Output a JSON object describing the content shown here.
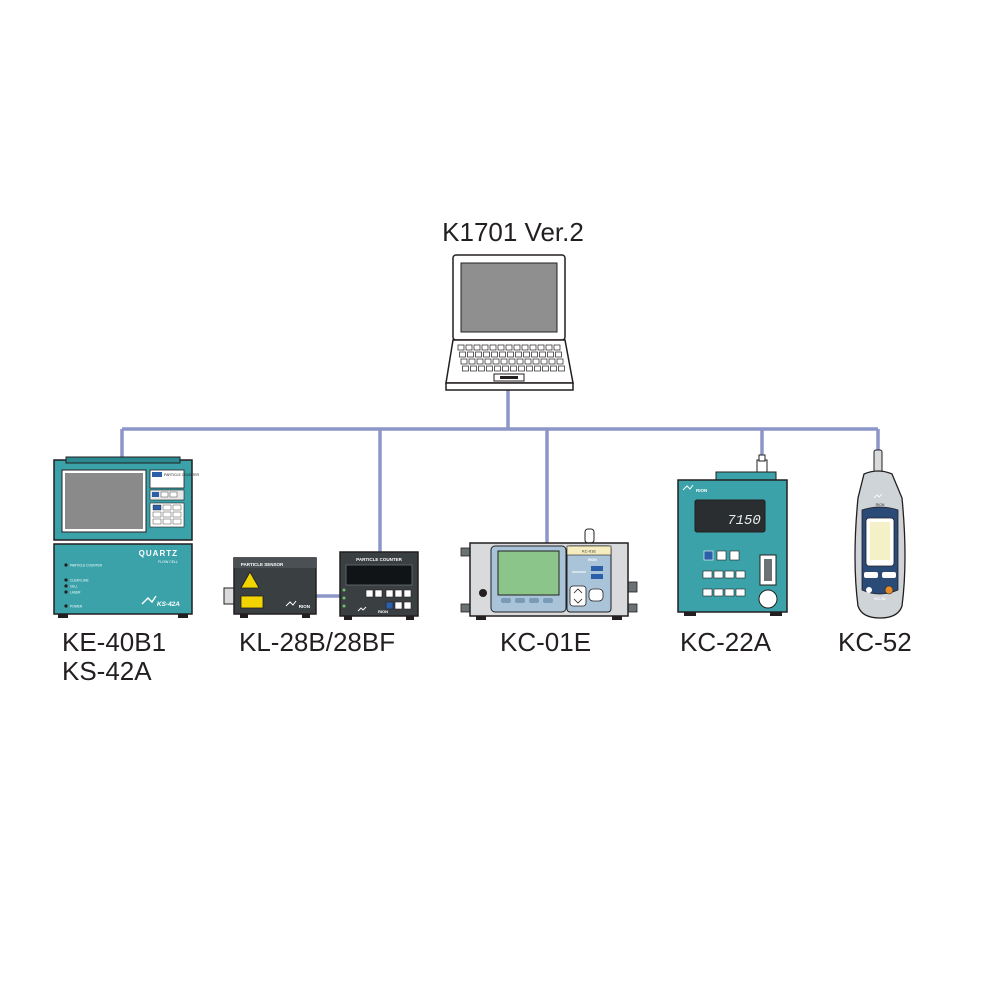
{
  "host": {
    "label": "K1701 Ver.2"
  },
  "network": {
    "line_color": "#8c96c8"
  },
  "devices": [
    {
      "model_lines": [
        "KE-40B1",
        "KS-42A"
      ],
      "panel_text": {
        "brand": "QUARTZ",
        "sub": "FLOW CELL",
        "model_badge": "KS-42A",
        "top_badge": "PARTICLE COUNTER",
        "led_1": "PARTICLE COUNTER",
        "led_2": "CLEAN LINE",
        "led_3": "CELL",
        "led_4": "LASER",
        "power": "POWER"
      }
    },
    {
      "model_lines": [
        "KL-28B/28BF"
      ],
      "panel_text": {
        "sensor_title": "PARTICLE SENSOR",
        "counter_title": "PARTICLE COUNTER",
        "brand": "RION"
      }
    },
    {
      "model_lines": [
        "KC-01E"
      ],
      "panel_text": {
        "top_badge": "KC-01E",
        "brand": "RION"
      }
    },
    {
      "model_lines": [
        "KC-22A"
      ],
      "panel_text": {
        "brand": "RION",
        "display": "7150"
      }
    },
    {
      "model_lines": [
        "KC-52"
      ],
      "panel_text": {
        "brand": "RION",
        "model_badge": "KC-52"
      }
    }
  ],
  "colors": {
    "teal": "#3aa2a8",
    "teal_dark": "#2b8a90",
    "screen_green": "#8bc58a",
    "screen_gray": "#8a8a8a",
    "dark_panel": "#2f3436",
    "yellow": "#f2d400",
    "body_gray": "#d9dadb"
  }
}
